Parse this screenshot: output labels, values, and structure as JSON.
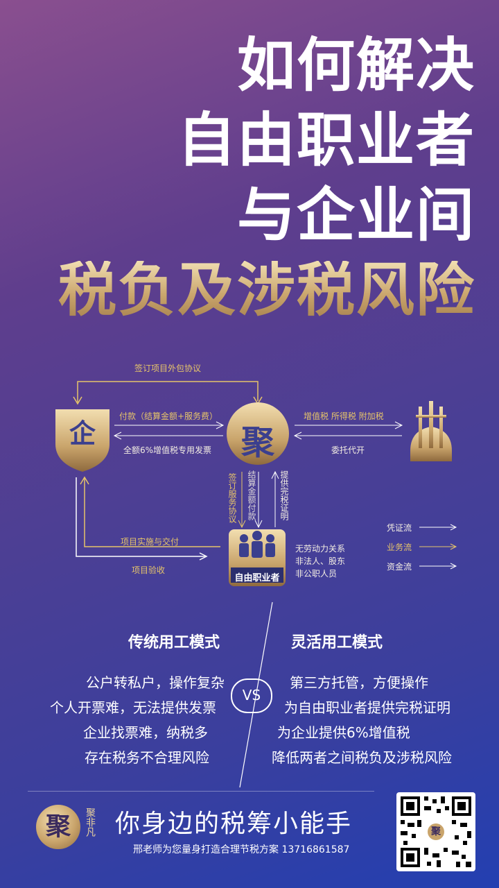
{
  "title": {
    "line1": "如何解决",
    "line2": "自由职业者",
    "line3": "与企业间",
    "line4": "税负及涉税风险"
  },
  "diagram": {
    "top_agreement": "签订项目外包协议",
    "enterprise_char": "企",
    "platform_char": "聚",
    "payment": "付款（结算金额+服务费）",
    "invoice": "全额6%增值税专用发票",
    "taxes": "增值税 所得税 附加税",
    "entrust": "委托代开",
    "sign_service": "签订服务协议",
    "settle_pay": "结算金额付款",
    "tax_proof": "提供完税证明",
    "project_delivery": "项目实施与交付",
    "project_accept": "项目验收",
    "freelancer_label": "自由职业者",
    "freelancer_desc": [
      "无劳动力关系",
      "非法人、股东",
      "非公职人员"
    ],
    "legend": [
      "凭证流",
      "业务流",
      "资金流"
    ]
  },
  "comparison": {
    "left_title": "传统用工模式",
    "left_points": [
      "公户转私户，操作复杂",
      "个人开票难，无法提供发票",
      "企业找票难，纳税多",
      "存在税务不合理风险"
    ],
    "vs": "VS",
    "right_title": "灵活用工模式",
    "right_points": [
      "第三方托管，方便操作",
      "为自由职业者提供完税证明",
      "为企业提供6%增值税",
      "降低两者之间税负及涉税风险"
    ]
  },
  "footer": {
    "logo_char": "聚",
    "brand": "聚非凡",
    "slogan": "你身边的税筹小能手",
    "contact": "邢老师为您量身打造合理节税方案 13716861587",
    "qr_center": "聚"
  },
  "colors": {
    "gold": "#e6c46a",
    "gold_dark": "#c9a46b",
    "text": "#ffffff"
  }
}
